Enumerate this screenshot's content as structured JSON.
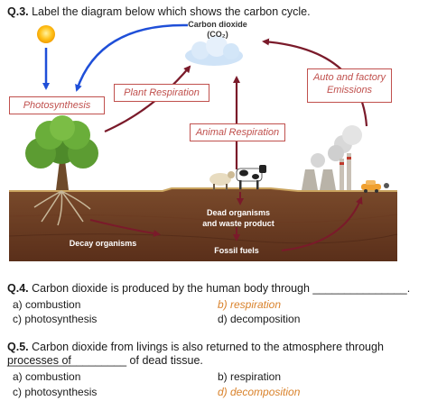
{
  "q3": {
    "number": "Q.3.",
    "text": "Label the diagram below which shows the carbon cycle."
  },
  "diagram": {
    "co2_line1": "Carbon dioxide",
    "co2_line2": "(CO₂)",
    "labels": {
      "photosynthesis": "Photosynthesis",
      "plant_respiration": "Plant Respiration",
      "animal_respiration": "Animal Respiration",
      "emissions_line1": "Auto and factory",
      "emissions_line2": "Emissions"
    },
    "ground": {
      "dead_line1": "Dead organisms",
      "dead_line2": "and waste product",
      "decay": "Decay organisms",
      "fossil": "Fossil fuels"
    },
    "colors": {
      "blue_arrow": "#1f4fd8",
      "red_arrow": "#7a1a2a",
      "label_border": "#c0504d",
      "soil": "#6b3a22"
    }
  },
  "q4": {
    "number": "Q.4.",
    "text": "Carbon dioxide is produced by the human body through _______________.",
    "options": {
      "a": "a) combustion",
      "b": "b) respiration",
      "c": "c) photosynthesis",
      "d": "d) decomposition"
    },
    "answer": "b"
  },
  "q5": {
    "number": "Q.5.",
    "text_line1": "Carbon dioxide from livings is also returned to the atmosphere through processes of",
    "text_line2": "___________________ of dead tissue.",
    "options": {
      "a": "a) combustion",
      "b": "b) respiration",
      "c": "c) photosynthesis",
      "d": "d) decomposition"
    },
    "answer": "d"
  }
}
